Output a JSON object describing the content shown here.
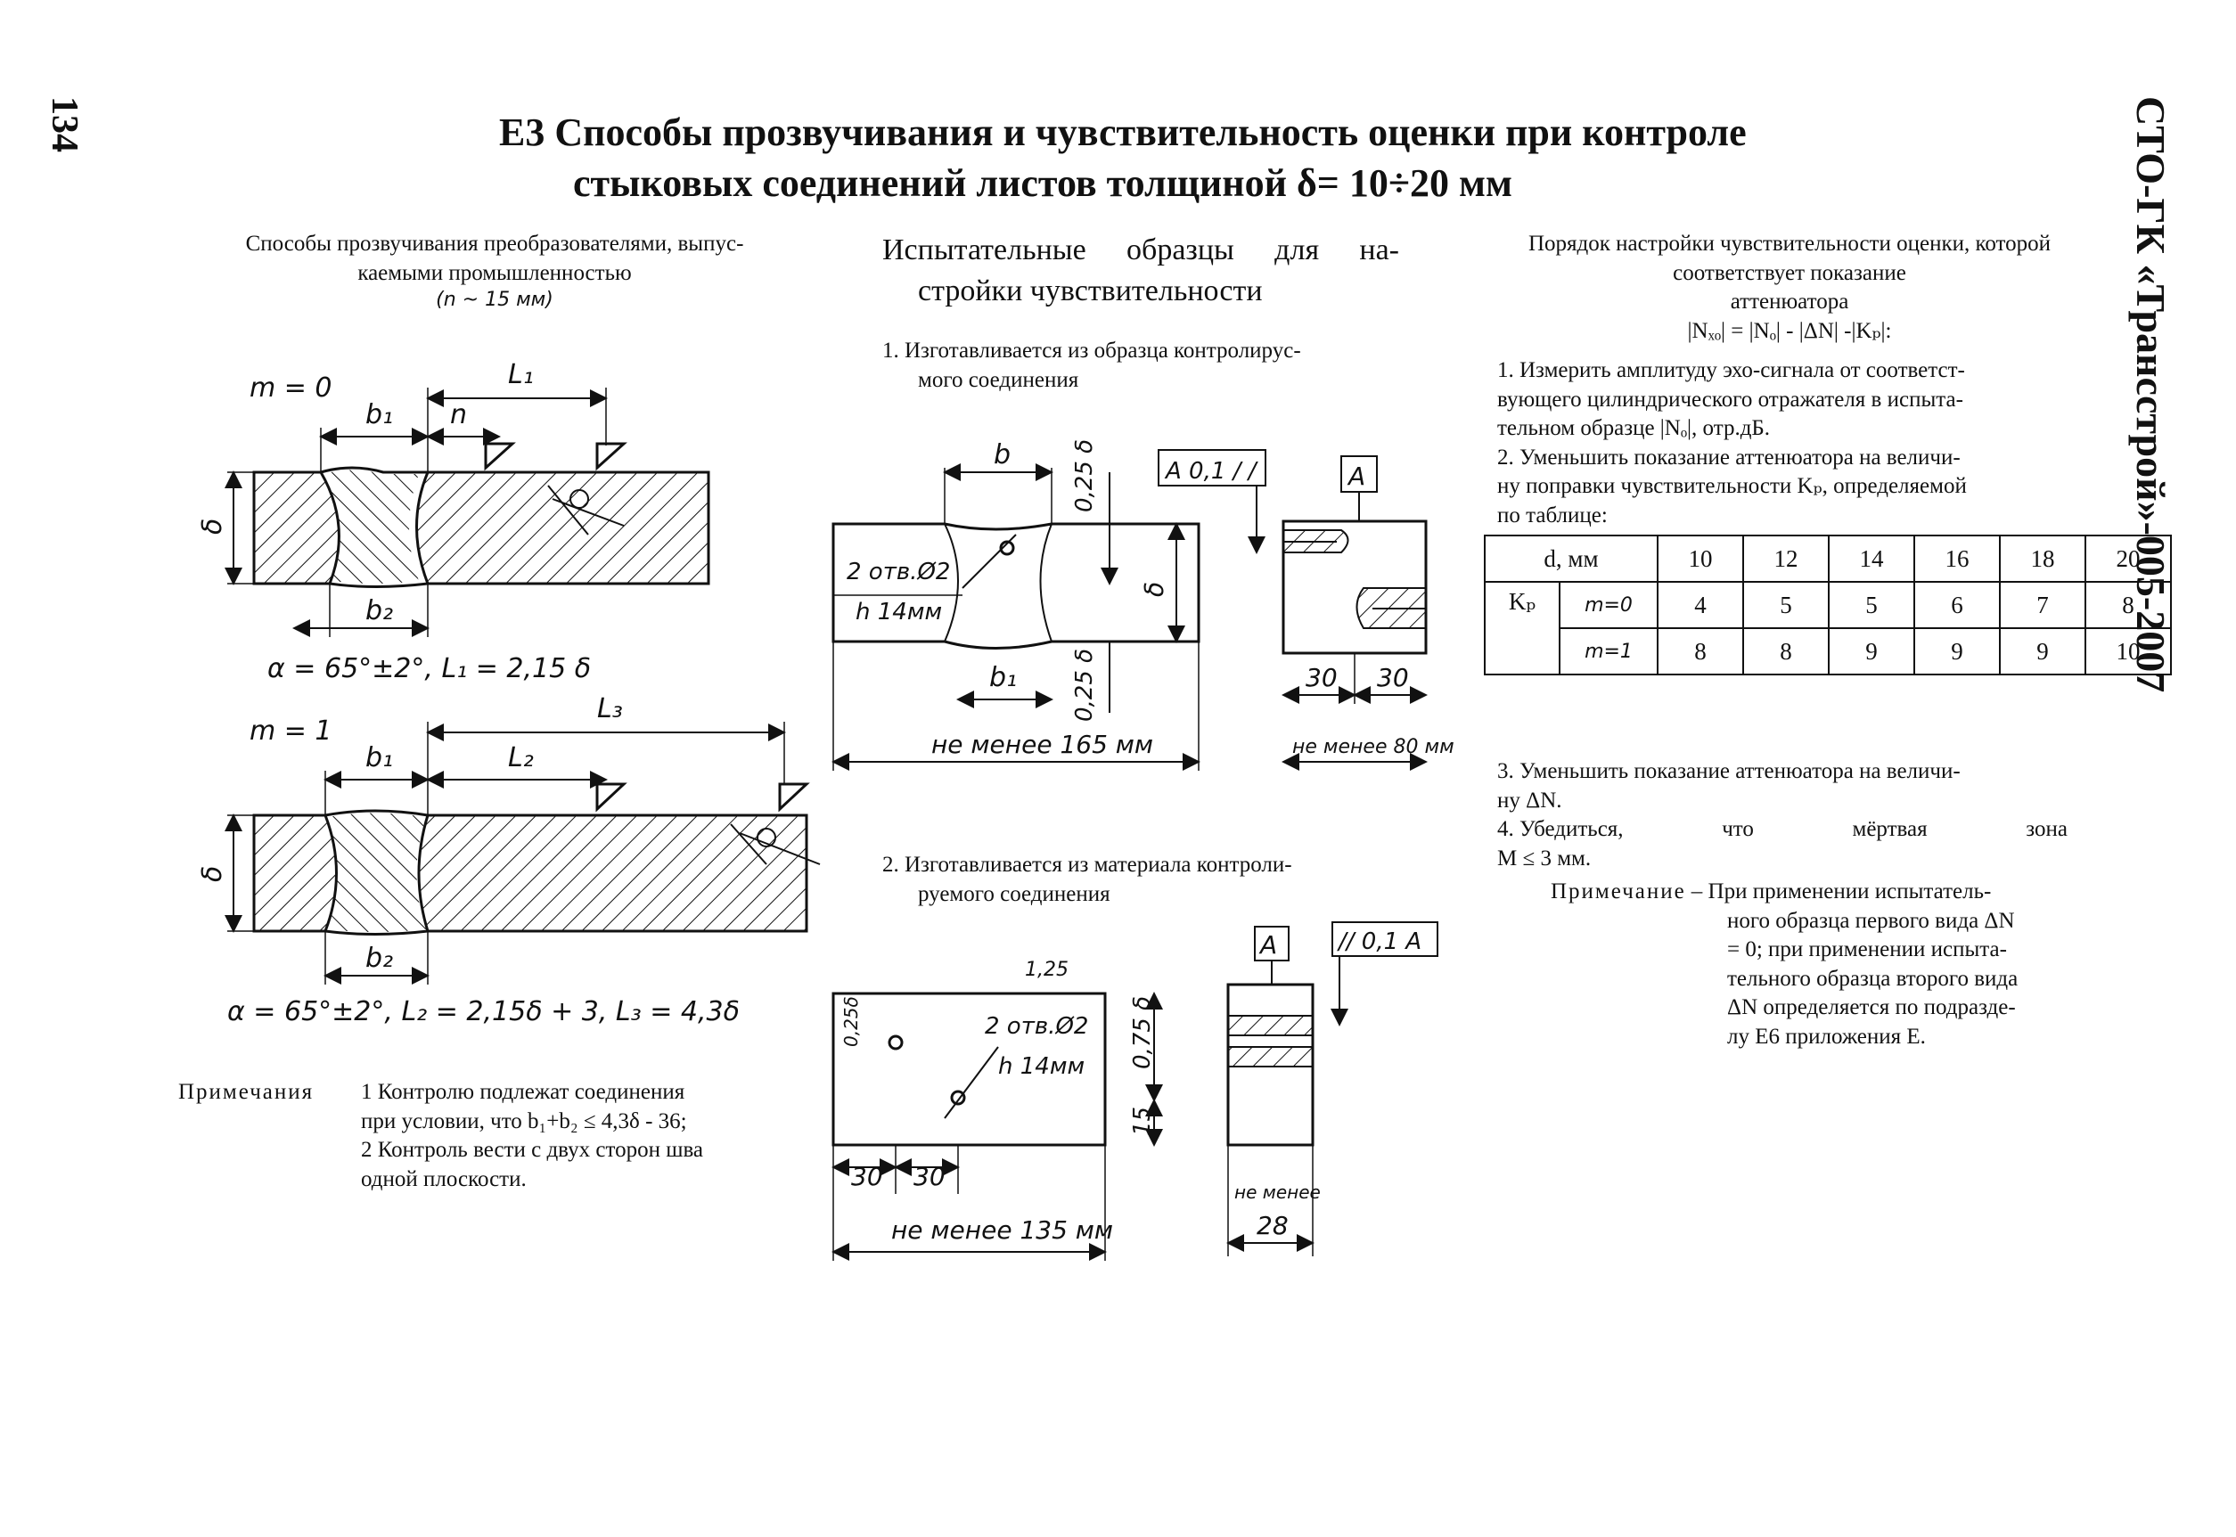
{
  "page_number": "134",
  "doc_code": "СТО-ГК «Трансстрой»-005-2007",
  "title": {
    "line1": "Е3 Способы прозвучивания и чувствительность оценки при контроле",
    "line2": "стыковых соединений листов толщиной δ= 10÷20 мм"
  },
  "left": {
    "heading_line1": "Способы прозвучивания преобразователями, выпус-",
    "heading_line2": "каемыми промышленностью",
    "heading_line3": "(n ~ 15 мм)",
    "fig1": {
      "m": "m = 0",
      "b1": "b₁",
      "n": "n",
      "L1": "L₁",
      "delta": "δ",
      "b2": "b₂",
      "caption": "α = 65°±2°, L₁ = 2,15 δ"
    },
    "fig2": {
      "m": "m = 1",
      "b1": "b₁",
      "L2": "L₂",
      "L3": "L₃",
      "delta": "δ",
      "b2": "b₂",
      "caption": "α = 65°±2°, L₂ = 2,15δ + 3, L₃ = 4,3δ"
    },
    "notes_label": "Примечания",
    "note1_line1": "1 Контролю подлежат соединения",
    "note1_line2": "при условии, что b₁+b₂ ≤ 4,3δ - 36;",
    "note2_line1": "2 Контроль вести с двух сторон шва",
    "note2_line2": "одной плоскости."
  },
  "middle": {
    "heading_line1": "Испытательные образцы для на-",
    "heading_line2": "стройки чувствительности",
    "item1_line1": "1. Изготавливается из образца контролирус-",
    "item1_line2": "мого соединения",
    "fig1": {
      "b": "b",
      "t025a": "0,25 δ",
      "delta": "δ",
      "t025b": "0,25 δ",
      "holes": "2 отв.Ø2",
      "h": "h 14мм",
      "b1": "b₁",
      "min_len": "не менее 165 мм",
      "tol": "A 0,1 / /",
      "datum": "A",
      "d30a": "30",
      "d30b": "30",
      "min_side": "не менее 80 мм"
    },
    "item2_line1": "2. Изготавливается из материала контроли-",
    "item2_line2": "руемого соединения",
    "fig2": {
      "rough": "1,25",
      "t025": "0,25δ",
      "holes": "2 отв.Ø2",
      "h": "h 14мм",
      "t075": "0,75 δ",
      "d15": "15",
      "d30a": "30",
      "d30b": "30",
      "min_len": "не менее 135 мм",
      "datum": "A",
      "tol": "// 0,1 A",
      "min_side_1": "не менее",
      "min_side_2": "28"
    }
  },
  "right": {
    "heading_line1": "Порядок настройки чувствительности оценки, которой",
    "heading_line2": "соответствует показание",
    "heading_line3": "аттенюатора",
    "formula": "|Nₓₒ| = |Nₒ| - |ΔN| -|Kₚ|:",
    "step1_line1": "1. Измерить амплитуду эхо-сигнала от соответст-",
    "step1_line2": "вующего цилиндрического отражателя в испыта-",
    "step1_line3": "тельном образце |Nₒ|, отр.дБ.",
    "step2_line1": "2. Уменьшить показание аттенюатора на величи-",
    "step2_line2": "ну поправки чувствительности Kₚ, определяемой",
    "step2_line3": "по таблице:",
    "table": {
      "header": [
        "d, мм",
        "10",
        "12",
        "14",
        "16",
        "18",
        "20"
      ],
      "kg_label": "Kₚ",
      "rows": [
        {
          "m": "m=0",
          "values": [
            "4",
            "5",
            "5",
            "6",
            "7",
            "8"
          ]
        },
        {
          "m": "m=1",
          "values": [
            "8",
            "8",
            "9",
            "9",
            "9",
            "10"
          ]
        }
      ]
    },
    "step3_line1": "3. Уменьшить показание аттенюатора на величи-",
    "step3_line2": "ну ΔN.",
    "step4_a": "4. Убедиться,",
    "step4_b": "что",
    "step4_c": "мёртвая",
    "step4_d": "зона",
    "step4_line2": "M ≤ 3 мм.",
    "note_label": "Примечание",
    "note_line1": "– При применении испытатель-",
    "note_line2": "ного образца первого вида ΔN",
    "note_line3": "= 0; при применении испыта-",
    "note_line4": "тельного образца второго вида",
    "note_line5": "ΔN определяется по подразде-",
    "note_line6": "лу Е6 приложения Е."
  }
}
